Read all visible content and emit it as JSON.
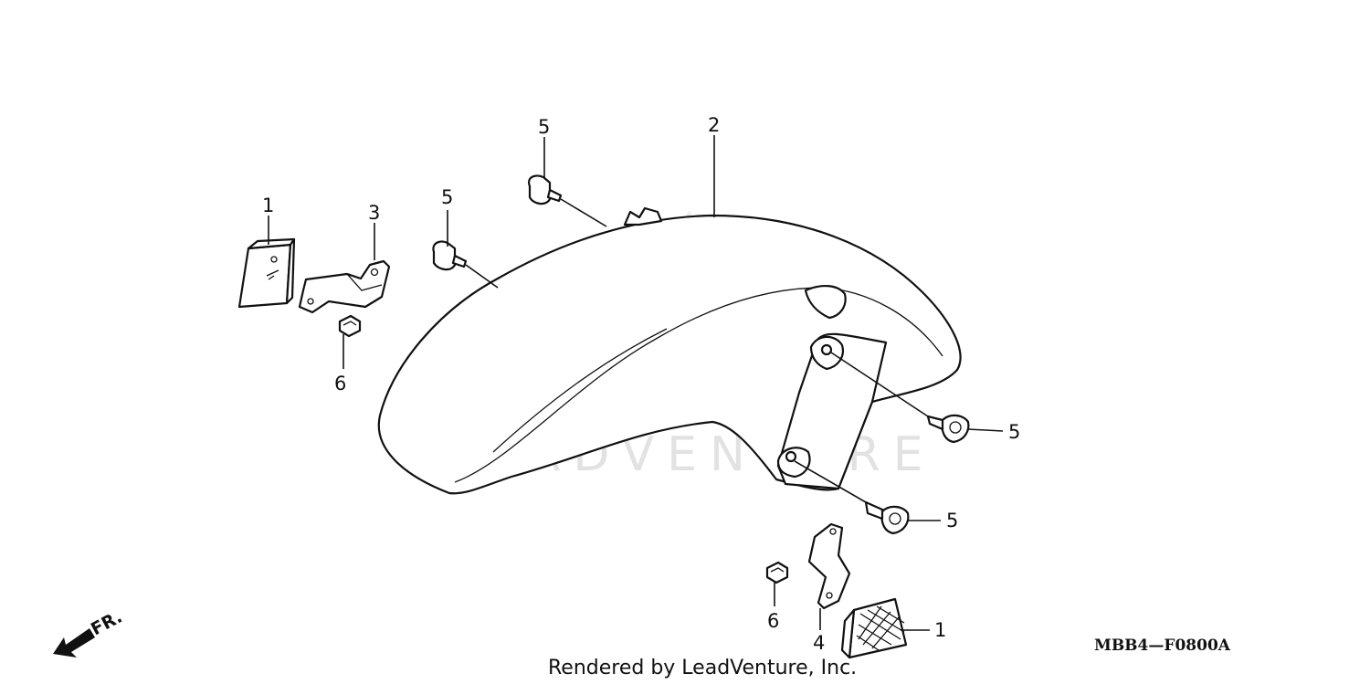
{
  "diagram": {
    "watermark_text": "LEADVENTURE",
    "direction_label": "FR.",
    "diagram_code": "MBB4—F0800A",
    "footer_text": "Rendered by LeadVenture, Inc.",
    "callouts": [
      {
        "id": "c1a",
        "label": "1"
      },
      {
        "id": "c3",
        "label": "3"
      },
      {
        "id": "c6a",
        "label": "6"
      },
      {
        "id": "c5a",
        "label": "5"
      },
      {
        "id": "c5b",
        "label": "5"
      },
      {
        "id": "c2",
        "label": "2"
      },
      {
        "id": "c5c",
        "label": "5"
      },
      {
        "id": "c5d",
        "label": "5"
      },
      {
        "id": "c6b",
        "label": "6"
      },
      {
        "id": "c4",
        "label": "4"
      },
      {
        "id": "c1b",
        "label": "1"
      }
    ]
  }
}
